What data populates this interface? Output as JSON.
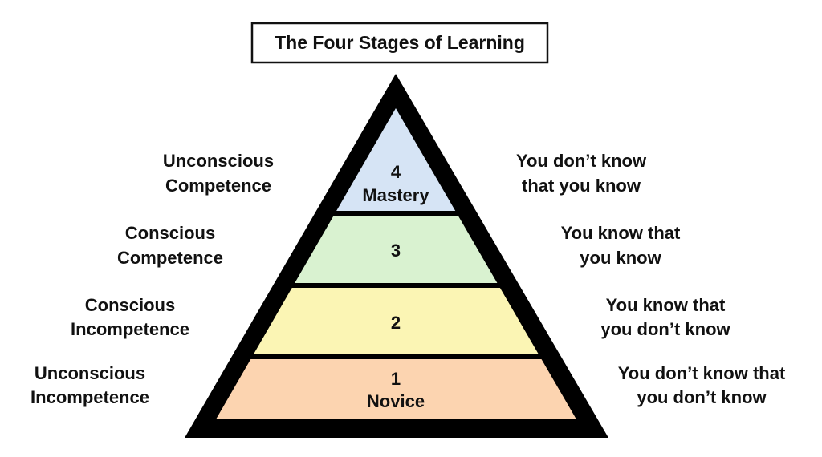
{
  "title": "The Four Stages of Learning",
  "stages": [
    {
      "number": "4",
      "name": "Mastery",
      "color": "#d6e4f5",
      "left": [
        "Unconscious",
        "Competence"
      ],
      "right": [
        "You don’t know",
        "that you know"
      ]
    },
    {
      "number": "3",
      "name": "",
      "color": "#d9f2d0",
      "left": [
        "Conscious",
        "Competence"
      ],
      "right": [
        "You know that",
        "you know"
      ]
    },
    {
      "number": "2",
      "name": "",
      "color": "#fbf5b4",
      "left": [
        "Conscious",
        "Incompetence"
      ],
      "right": [
        "You know that",
        "you don’t know"
      ]
    },
    {
      "number": "1",
      "name": "Novice",
      "color": "#fcd4b0",
      "left": [
        "Unconscious",
        "Incompetence"
      ],
      "right": [
        "You don’t know that",
        "you don’t know"
      ]
    }
  ]
}
